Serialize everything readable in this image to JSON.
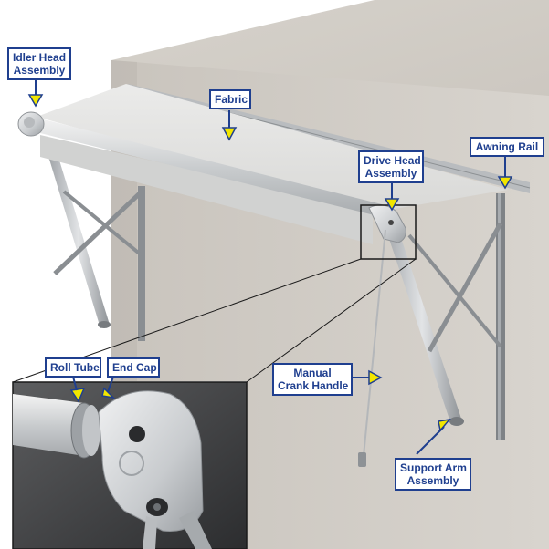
{
  "labels": {
    "idler_head_line1": "Idler Head",
    "idler_head_line2": "Assembly",
    "fabric": "Fabric",
    "drive_head_line1": "Drive Head",
    "drive_head_line2": "Assembly",
    "awning_rail": "Awning Rail",
    "roll_tube": "Roll Tube",
    "end_cap": "End Cap",
    "manual_crank_line1": "Manual",
    "manual_crank_line2": "Crank Handle",
    "support_arm_line1": "Support Arm",
    "support_arm_line2": "Assembly"
  },
  "colors": {
    "callout_border": "#1f3f8f",
    "callout_text": "#1f3f8f",
    "pointer_fill": "#f2e600",
    "wall": "#d2cdc6",
    "fabric": "#e4e4e2"
  }
}
